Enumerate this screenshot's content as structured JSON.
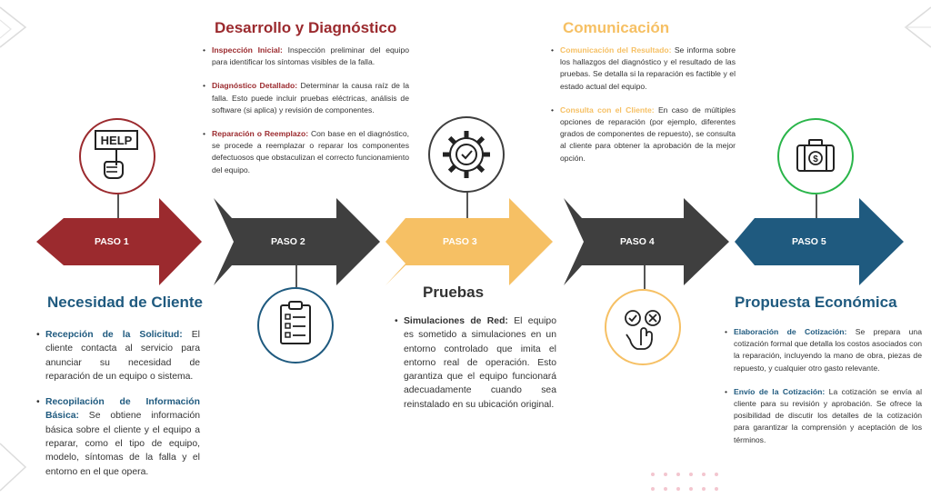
{
  "steps": [
    {
      "label": "PASO 1",
      "color": "#9b2a2e",
      "title": "Necesidad de Cliente",
      "icon": "help-sign-icon",
      "icon_text": "HELP",
      "bullets": [
        {
          "term": "Recepción de la Solicitud:",
          "text": " El cliente contacta al servicio para anunciar su necesidad de reparación de un equipo o sistema."
        },
        {
          "term": "Recopilación de Información Básica:",
          "text": " Se obtiene información básica sobre el cliente y el equipo a reparar, como el tipo de equipo, modelo, síntomas de la falla y el entorno en el que opera."
        }
      ]
    },
    {
      "label": "PASO 2",
      "color": "#3f3f3f",
      "title": "Desarrollo y Diagnóstico",
      "title_color": "#9b2a2e",
      "icon": "clipboard-checklist-icon",
      "bullets": [
        {
          "term": "Inspección Inicial:",
          "text": " Inspección preliminar del equipo para identificar los síntomas visibles de la falla."
        },
        {
          "term": "Diagnóstico Detallado:",
          "text": " Determinar la causa raíz de la falla. Esto puede incluir pruebas eléctricas, análisis de software (si aplica) y revisión de componentes."
        },
        {
          "term": "Reparación o Reemplazo:",
          "text": " Con base en el diagnóstico, se procede a reemplazar o reparar los componentes defectuosos que obstaculizan el correcto funcionamiento del equipo."
        }
      ]
    },
    {
      "label": "PASO 3",
      "color": "#f6c064",
      "title": "Pruebas",
      "icon": "gear-check-icon",
      "bullets": [
        {
          "term": "Simulaciones de Red:",
          "text": " El equipo es sometido a simulaciones en un entorno controlado que imita el entorno real de operación. Esto garantiza que el equipo funcionará adecuadamente cuando sea reinstalado en su ubicación original."
        }
      ]
    },
    {
      "label": "PASO 4",
      "color": "#3f3f3f",
      "title": "Comunicación",
      "title_color": "#f6c064",
      "icon": "hand-check-cross-icon",
      "bullets": [
        {
          "term": "Comunicación del Resultado:",
          "text": " Se informa sobre los hallazgos del diagnóstico y el resultado de las pruebas. Se detalla si la reparación es factible y el estado actual del equipo."
        },
        {
          "term": "Consulta con el Cliente:",
          "text": " En caso de múltiples opciones de reparación (por ejemplo, diferentes grados de componentes de repuesto), se consulta al cliente para obtener la aprobación de la mejor opción."
        }
      ]
    },
    {
      "label": "PASO 5",
      "color": "#1f5a7f",
      "title": "Propuesta Económica",
      "icon": "money-briefcase-icon",
      "bullets": [
        {
          "term": "Elaboración de Cotización:",
          "text": " Se prepara una cotización formal que detalla los costos asociados con la reparación, incluyendo la mano de obra, piezas de repuesto, y cualquier otro gasto relevante."
        },
        {
          "term": "Envío de la Cotización:",
          "text": " La cotización se envía al cliente para su revisión y aprobación. Se ofrece la posibilidad de discutir los detalles de la cotización para garantizar la comprensión y aceptación de los términos."
        }
      ]
    }
  ]
}
